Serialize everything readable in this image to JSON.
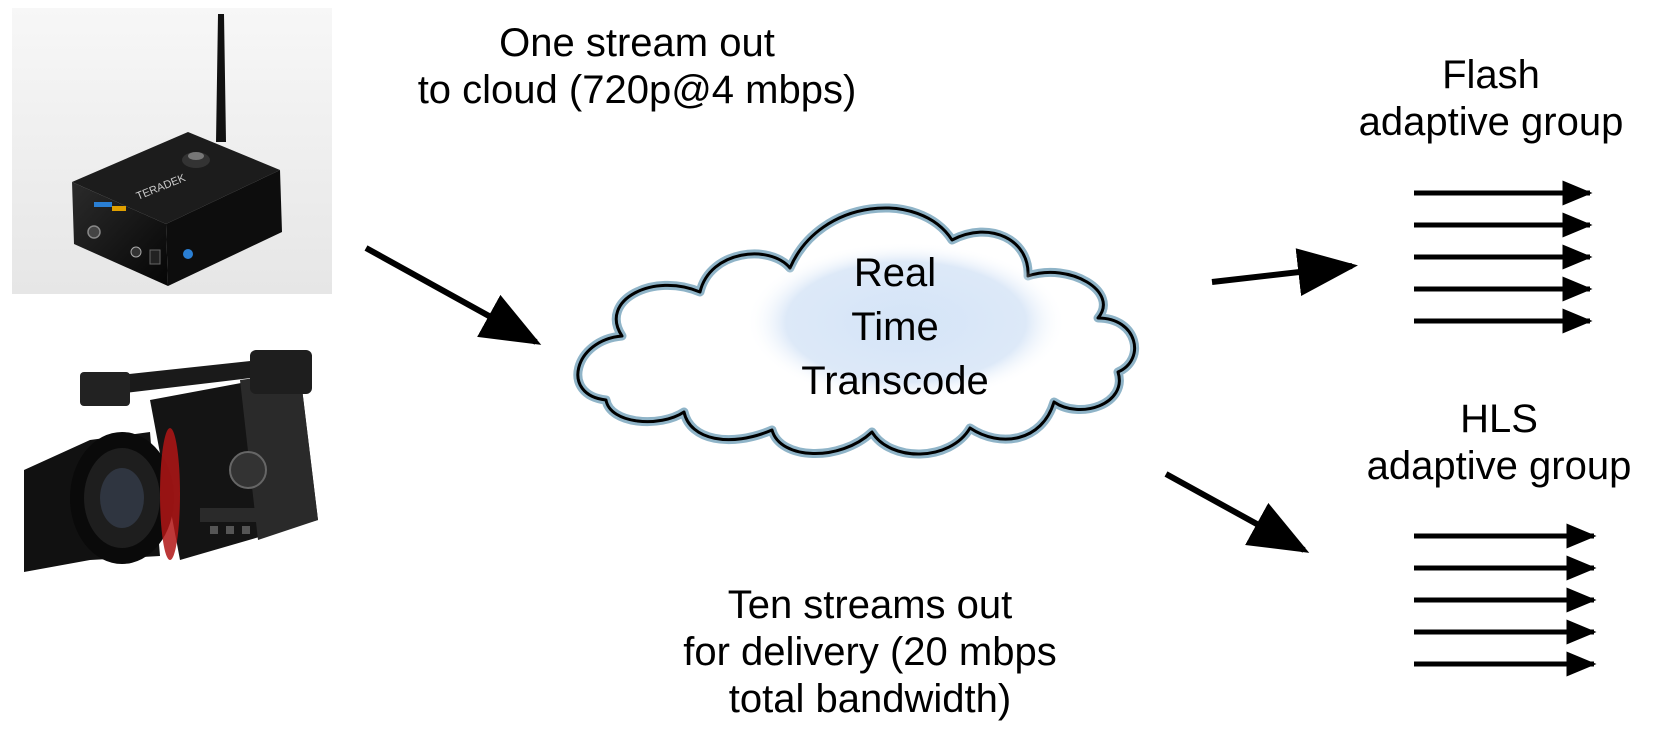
{
  "input_label": {
    "line1": "One stream out",
    "line2": "to cloud (720p@4 mbps)"
  },
  "cloud_label": {
    "line1": "Real",
    "line2": "Time",
    "line3": "Transcode"
  },
  "output_label": {
    "line1": "Ten streams out",
    "line2": "for delivery (20 mbps",
    "line3": "total bandwidth)"
  },
  "flash_group": {
    "line1": "Flash",
    "line2": "adaptive group",
    "stream_count": 5
  },
  "hls_group": {
    "line1": "HLS",
    "line2": "adaptive group",
    "stream_count": 5
  },
  "colors": {
    "cloud_inner": "#dbe8f8",
    "cloud_outline": "#000000",
    "cloud_glow": "#8fb4c8",
    "arrow": "#000000"
  },
  "icons": {
    "encoder": "wireless-encoder-device-icon",
    "camera": "video-camera-icon"
  }
}
